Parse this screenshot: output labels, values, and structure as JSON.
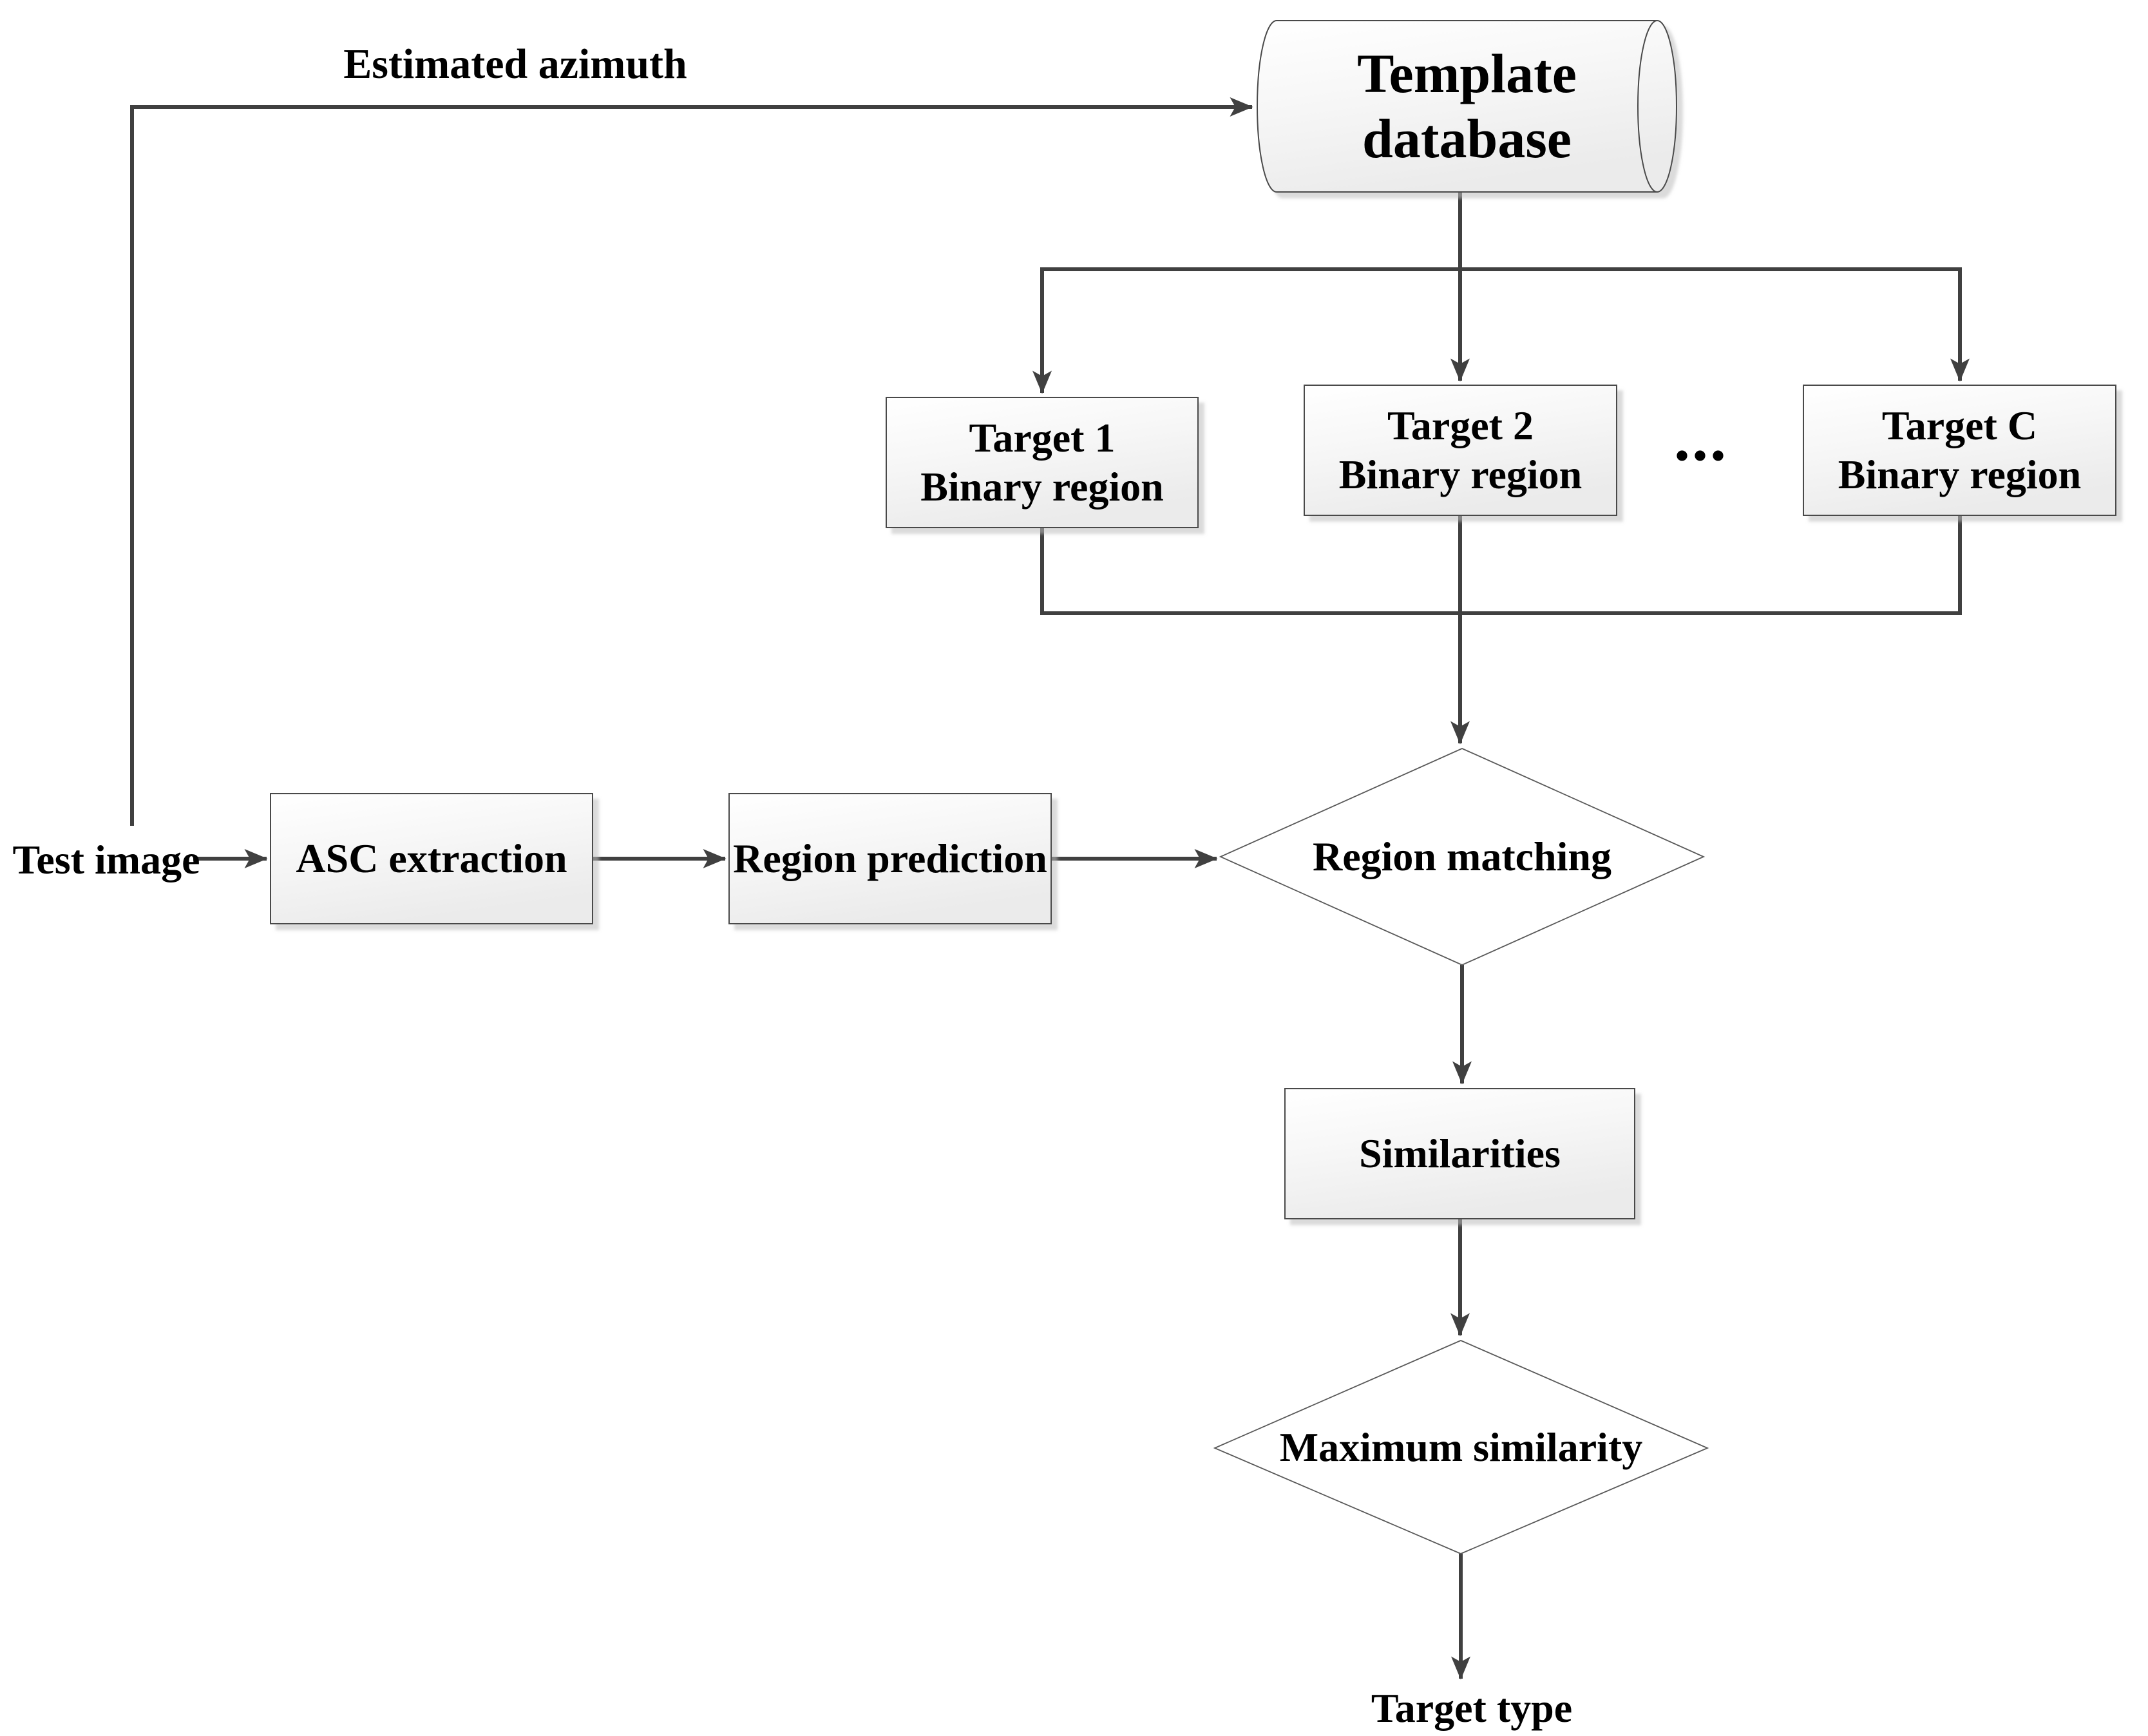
{
  "diagram": {
    "title_hint": "Target recognition flowchart",
    "annotations": {
      "estimated_azimuth": "Estimated azimuth",
      "test_image": "Test image",
      "target_type": "Target type",
      "ellipsis": "..."
    },
    "nodes": {
      "template_database": "Template database",
      "target1": {
        "line1": "Target 1",
        "line2": "Binary region"
      },
      "target2": {
        "line1": "Target 2",
        "line2": "Binary region"
      },
      "targetC": {
        "line1": "Target C",
        "line2": "Binary region"
      },
      "asc_extraction": "ASC extraction",
      "region_prediction": "Region prediction",
      "region_matching": "Region matching",
      "similarities": "Similarities",
      "maximum_similarity": "Maximum similarity"
    },
    "colors": {
      "background": "#ffffff",
      "connector": "#404040",
      "shape_border": "#4a4a4a",
      "diamond_border": "#595959",
      "box_fill_top": "#ffffff",
      "box_fill_bottom": "#ebebeb",
      "shadow": "#dedede",
      "text": "#000000"
    }
  }
}
